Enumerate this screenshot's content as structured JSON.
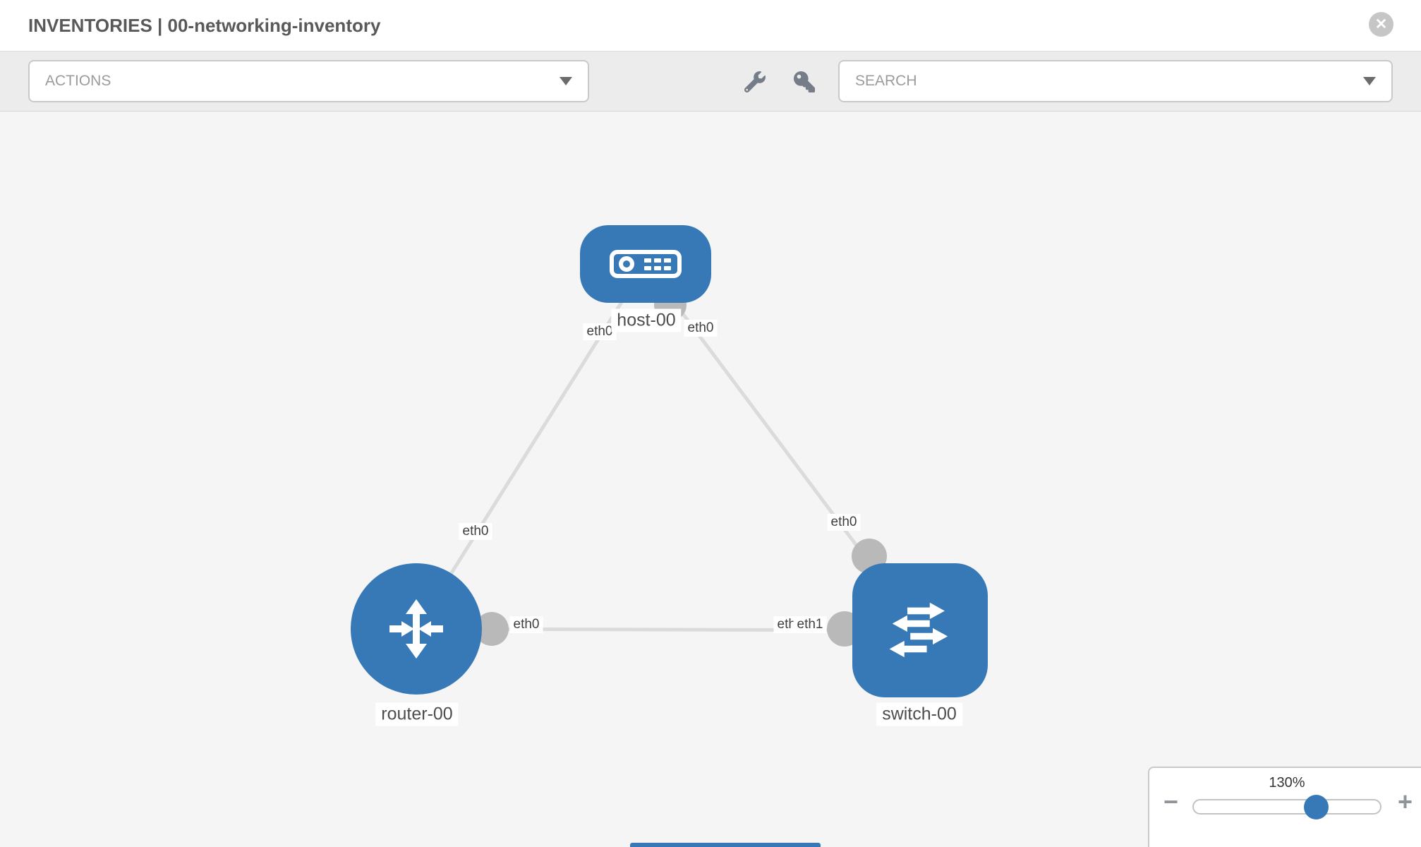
{
  "header": {
    "title": "INVENTORIES | 00-networking-inventory"
  },
  "toolbar": {
    "actions_label": "ACTIONS",
    "search_placeholder": "SEARCH"
  },
  "icons": {
    "close": "✕",
    "zoom_out": "−",
    "zoom_in": "+",
    "wrench": "wrench-icon",
    "key": "key-icon",
    "host": "server-faceplate-icon",
    "router": "router-arrows-icon",
    "switch": "switch-arrows-icon"
  },
  "topology": {
    "nodes": [
      {
        "type": "host",
        "label": "host-00"
      },
      {
        "type": "router",
        "label": "router-00"
      },
      {
        "type": "switch",
        "label": "switch-00"
      }
    ],
    "links": [
      {
        "from": "host-00",
        "to": "router-00"
      },
      {
        "from": "host-00",
        "to": "switch-00"
      },
      {
        "from": "router-00",
        "to": "switch-00"
      }
    ],
    "if_chips": [
      {
        "label": "eth0"
      },
      {
        "label": "eth0"
      },
      {
        "label": "eth0"
      },
      {
        "label": "eth0"
      },
      {
        "label": "eth0"
      },
      {
        "label": "eth0"
      },
      {
        "label": "eth1"
      }
    ]
  },
  "zoom_control": {
    "level": "130%"
  },
  "colors": {
    "node_blue": "#3779b7",
    "link_gray": "#dbdbdb",
    "port_gray": "#b9b9b9",
    "canvas_bg": "#f5f5f5",
    "toolbar_bg": "#ececec"
  }
}
